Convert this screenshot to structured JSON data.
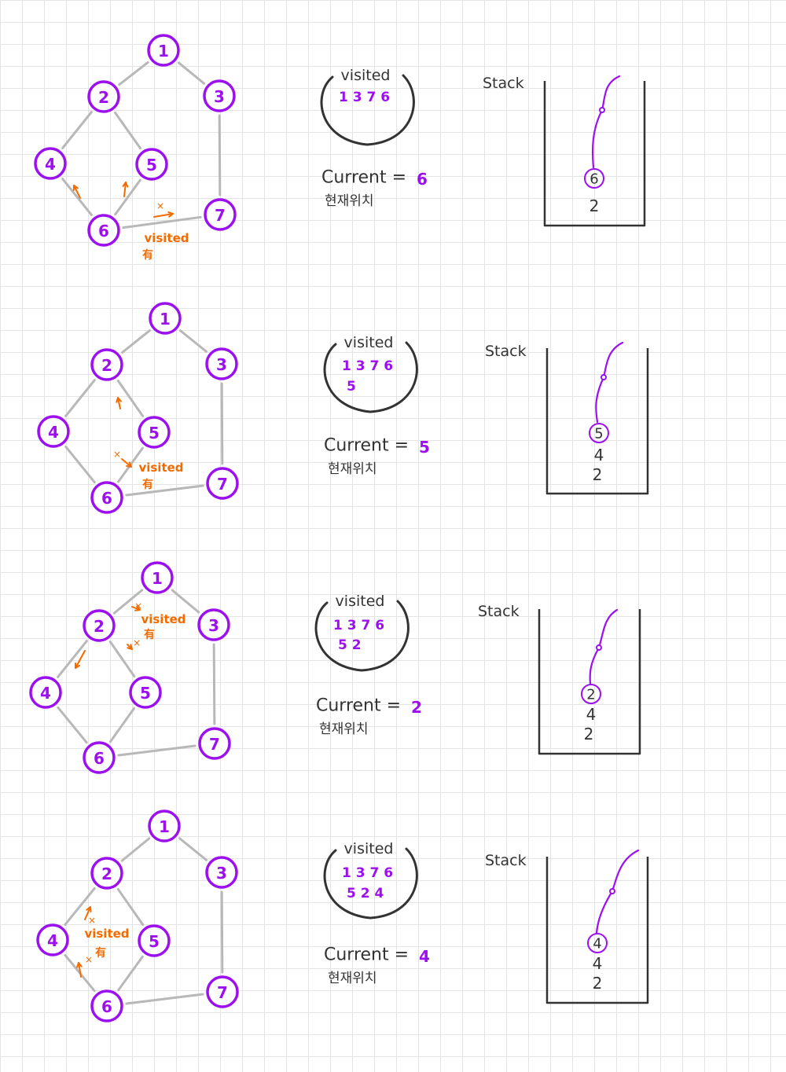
{
  "colors": {
    "node": "#9c10f0",
    "edge": "#b8b8b8",
    "ink": "#333333",
    "annotation": "#f26b00",
    "accent": "#9c10f0"
  },
  "labels": {
    "visited": "visited",
    "current": "Current =",
    "current_kr": "현재위치",
    "stack": "Stack",
    "ann_visited": "visited",
    "ann_has": "有",
    "ann_x": "×"
  },
  "graph": {
    "nodes": [
      "1",
      "2",
      "3",
      "4",
      "5",
      "6",
      "7"
    ],
    "edges": [
      [
        "1",
        "2"
      ],
      [
        "1",
        "3"
      ],
      [
        "2",
        "4"
      ],
      [
        "2",
        "5"
      ],
      [
        "3",
        "7"
      ],
      [
        "4",
        "6"
      ],
      [
        "5",
        "6"
      ],
      [
        "6",
        "7"
      ]
    ]
  },
  "steps": [
    {
      "visited_line1": "1 3 7 6",
      "visited_line2": "",
      "current": "6",
      "stack": [
        "6",
        "2"
      ]
    },
    {
      "visited_line1": "1 3 7 6",
      "visited_line2": "5",
      "current": "5",
      "stack": [
        "5",
        "4",
        "2"
      ]
    },
    {
      "visited_line1": "1 3 7 6",
      "visited_line2": "5 2",
      "current": "2",
      "stack": [
        "2",
        "4",
        "2"
      ]
    },
    {
      "visited_line1": "1 3 7 6",
      "visited_line2": "5 2 4",
      "current": "4",
      "stack": [
        "4",
        "4",
        "2"
      ]
    }
  ]
}
